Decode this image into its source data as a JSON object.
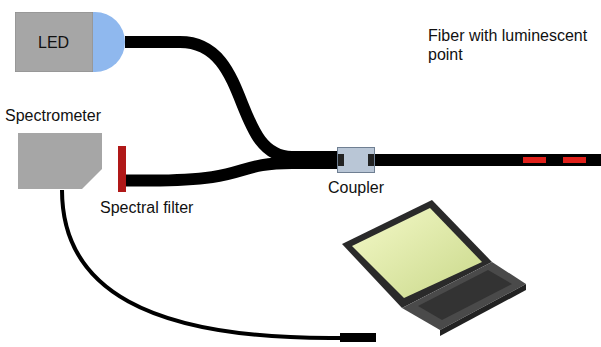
{
  "diagram": {
    "nodes": [
      {
        "text": [
          "LED"
        ]
      },
      {
        "text": [
          "Spectrometer"
        ]
      },
      {
        "text": [
          "Spectral filter"
        ]
      },
      {
        "text": [
          "Coupler"
        ]
      }
    ],
    "edges": [
      {
        "from": 0,
        "to": 3,
        "arrow": "none"
      },
      {
        "from": 2,
        "to": 3,
        "arrow": "none"
      }
    ],
    "labels": [
      "Fiber with luminescent point"
    ]
  }
}
